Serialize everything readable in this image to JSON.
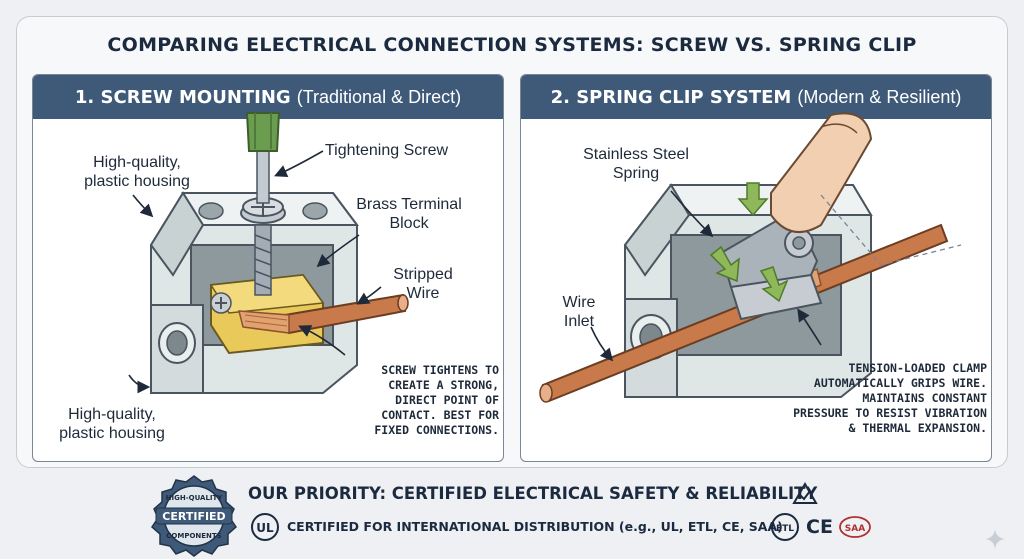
{
  "title": "COMPARING ELECTRICAL CONNECTION SYSTEMS: SCREW VS. SPRING CLIP",
  "screw": {
    "heading": "1. SCREW MOUNTING",
    "subheading": "(Traditional & Direct)",
    "labels": {
      "housing_top_1": "High-quality,",
      "housing_top_2": "plastic housing",
      "screw": "Tightening Screw",
      "brass_1": "Brass Terminal",
      "brass_2": "Block",
      "wire_1": "Stripped",
      "wire_2": "Wire",
      "housing_bottom_1": "High-quality,",
      "housing_bottom_2": "plastic housing"
    },
    "note": [
      "SCREW TIGHTENS TO",
      "CREATE A STRONG,",
      "DIRECT POINT OF",
      "CONTACT. BEST FOR",
      "FIXED CONNECTIONS."
    ]
  },
  "spring": {
    "heading": "2. SPRING CLIP SYSTEM",
    "subheading": "(Modern & Resilient)",
    "labels": {
      "spring_1": "Stainless Steel",
      "spring_2": "Spring",
      "inlet_1": "Wire",
      "inlet_2": "Inlet"
    },
    "note": [
      "TENSION-LOADED CLAMP",
      "AUTOMATICALLY GRIPS WIRE.",
      "MAINTAINS CONSTANT",
      "PRESSURE TO RESIST VIBRATION",
      "& THERMAL EXPANSION."
    ]
  },
  "footer": {
    "seal_top": "HIGH-QUALITY",
    "seal_middle": "CERTIFIED",
    "seal_bottom": "COMPONENTS",
    "priority": "OUR PRIORITY: CERTIFIED ELECTRICAL SAFETY & RELIABILITY",
    "ul_mark": "UL",
    "international": "CERTIFIED FOR INTERNATIONAL DISTRIBUTION (e.g., UL, ETL, CE, SAA)",
    "etl_mark": "ETL",
    "ce_mark": "CE",
    "saa_mark": "SAA"
  },
  "colors": {
    "header": "#3e5a78",
    "housing": "#dfe6e6",
    "housing_shadow": "#b7c2c4",
    "brass": "#e9c95a",
    "copper": "#c97a4a",
    "screw_driver": "#6a9d4f",
    "steel": "#aab2ba",
    "arrow_green": "#8fb85a"
  }
}
